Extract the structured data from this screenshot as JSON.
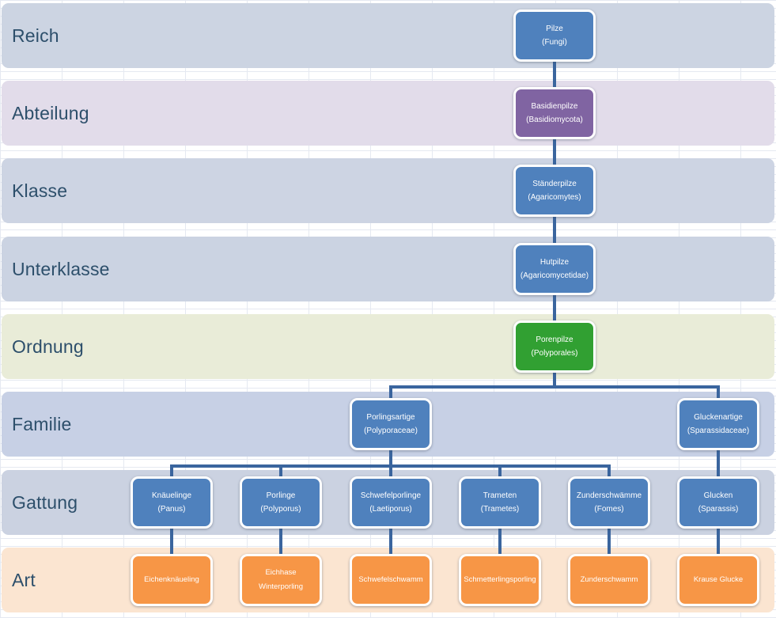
{
  "rows": [
    {
      "label": "Reich",
      "band_color": "#ccd4e2"
    },
    {
      "label": "Abteilung",
      "band_color": "#e2dcea"
    },
    {
      "label": "Klasse",
      "band_color": "#cdd4e3"
    },
    {
      "label": "Unterklasse",
      "band_color": "#cbd3e2"
    },
    {
      "label": "Ordnung",
      "band_color": "#e9ecd8"
    },
    {
      "label": "Familie",
      "band_color": "#c7d0e5"
    },
    {
      "label": "Gattung",
      "band_color": "#cbd2e1"
    },
    {
      "label": "Art",
      "band_color": "#fbe5d1"
    }
  ],
  "nodes": {
    "pilze": {
      "line1": "Pilze",
      "line2": "(Fungi)"
    },
    "basidienpilze": {
      "line1": "Basidienpilze",
      "line2": "(Basidiomycota)"
    },
    "staenderpilze": {
      "line1": "Ständerpilze",
      "line2": "(Agaricomytes)"
    },
    "hutpilze": {
      "line1": "Hutpilze",
      "line2": "(Agaricomycetidae)"
    },
    "porenpilze": {
      "line1": "Porenpilze",
      "line2": "(Polyporales)"
    },
    "porlingsartige": {
      "line1": "Porlingsartige",
      "line2": "(Polyporaceae)"
    },
    "gluckenartige": {
      "line1": "Gluckenartige",
      "line2": "(Sparassidaceae)"
    },
    "knaeuelinge": {
      "line1": "Knäuelinge",
      "line2": "(Panus)"
    },
    "porlinge": {
      "line1": "Porlinge",
      "line2": "(Polyporus)"
    },
    "schwefelporlinge": {
      "line1": "Schwefelporlinge",
      "line2": "(Laetiporus)"
    },
    "trameten": {
      "line1": "Trameten",
      "line2": "(Trametes)"
    },
    "zunderschwaemme": {
      "line1": "Zunderschwämme",
      "line2": "(Fomes)"
    },
    "glucken": {
      "line1": "Glucken",
      "line2": "(Sparassis)"
    },
    "eichenknaeueling": {
      "line1": "Eichenknäueling",
      "line2": ""
    },
    "eichhase_winterporling": {
      "line1": "Eichhase",
      "line2": "Winterporling"
    },
    "schwefelschwamm": {
      "line1": "Schwefelschwamm",
      "line2": ""
    },
    "schmetterlingsporling": {
      "line1": "Schmetterlingsporling",
      "line2": ""
    },
    "zunderschwamm": {
      "line1": "Zunderschwamm",
      "line2": ""
    },
    "krause_glucke": {
      "line1": "Krause Glucke",
      "line2": ""
    }
  },
  "colors": {
    "node_blue": "#4f81bd",
    "node_purple": "#8064a2",
    "node_green": "#31a032",
    "node_orange": "#f79646",
    "connector": "#3a659e",
    "band_label_text": "#2d4f6b",
    "grid_line": "#ccd5e4"
  }
}
